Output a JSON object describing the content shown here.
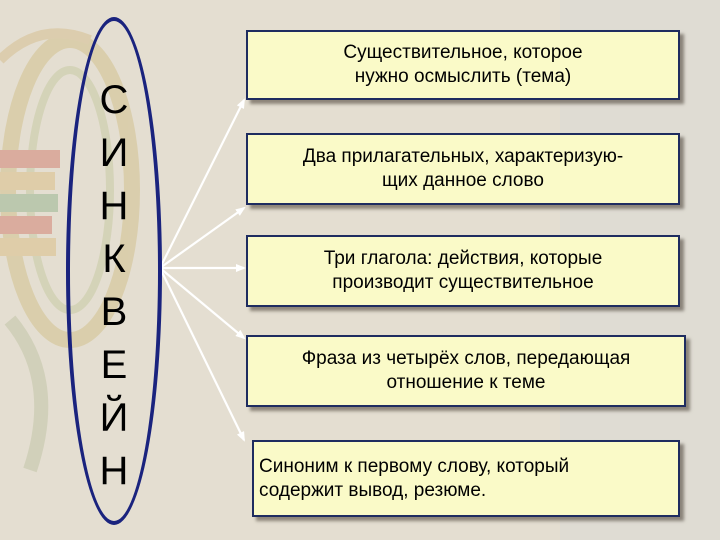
{
  "vertical_word": [
    "С",
    "И",
    "Н",
    "К",
    "В",
    "Е",
    "Й",
    "Н"
  ],
  "boxes": [
    {
      "text": "Существительное, которое\nнужно осмыслить (тема)"
    },
    {
      "text": "Два прилагательных, характеризую-\nщих данное слово"
    },
    {
      "text": "Три глагола: действия, которые\nпроизводит существительное"
    },
    {
      "text": "Фраза из четырёх слов, передающая\nотношение к теме"
    },
    {
      "text": "Синоним к первому слову, который\nсодержит вывод, резюме."
    }
  ],
  "colors": {
    "box_fill": "#fafac8",
    "box_border": "#1e2c60",
    "oval_border": "#1a237e",
    "arrow": "#ffffff",
    "background": "#e8ddd0"
  }
}
